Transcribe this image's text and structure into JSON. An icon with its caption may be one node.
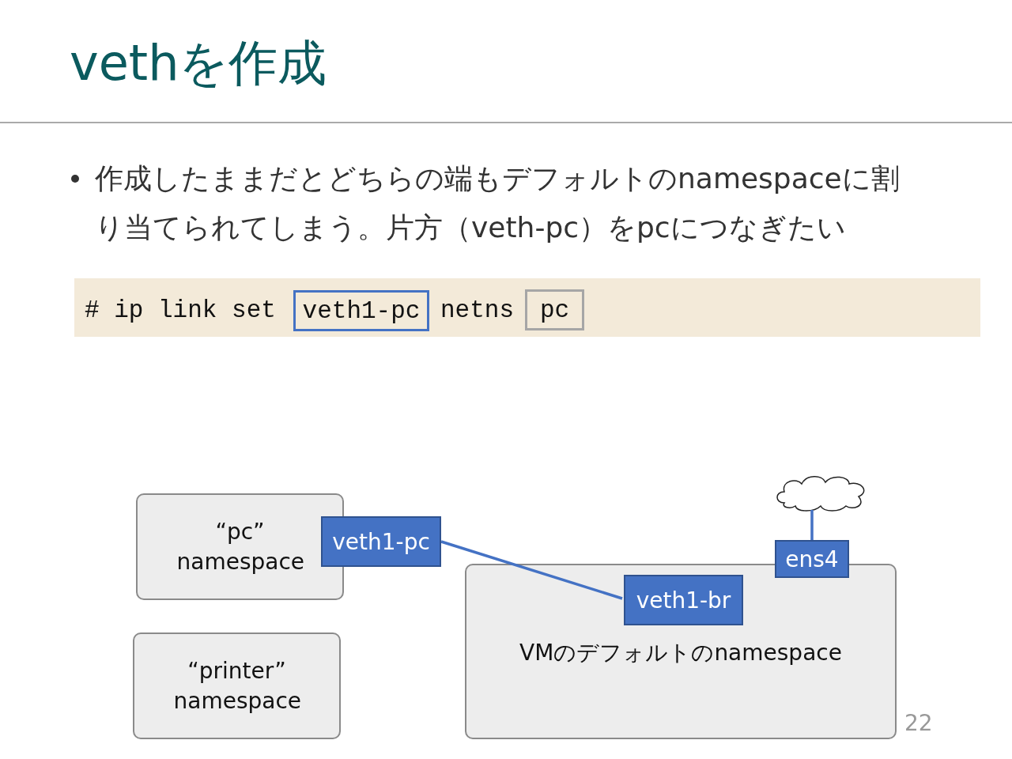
{
  "diagram": {
    "title": "vethを作成",
    "nodes": [
      {
        "text": [
          "veth1-pc"
        ]
      },
      {
        "text": [
          "pc"
        ]
      },
      {
        "text": [
          "“pc” namespace"
        ]
      },
      {
        "text": [
          "veth1-pc"
        ]
      },
      {
        "text": [],
        "shape": "cloud"
      },
      {
        "text": [
          "ens4"
        ]
      },
      {
        "text": [
          "VMのデフォルトのnamespace"
        ]
      },
      {
        "text": [
          "veth1-br"
        ],
        "in": 6
      },
      {
        "text": [
          "“printer” namespace"
        ]
      }
    ],
    "edges": [
      {
        "from": 3,
        "to": 7,
        "arrow": "none"
      },
      {
        "from": 5,
        "to": 4,
        "arrow": "none"
      }
    ],
    "labels": [
      "作成したままだとどちらの端もデフォルトのnamespaceに割り当てられてしまう。片方（veth-pc）をpcにつなぎたい",
      "# ip link set",
      "netns",
      "22"
    ]
  }
}
